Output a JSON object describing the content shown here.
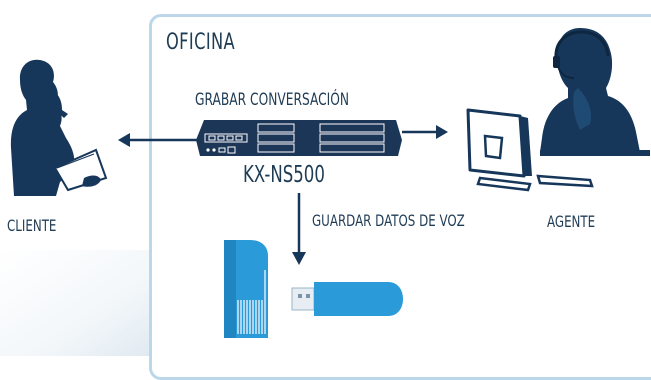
{
  "office": {
    "title": "OFICINA"
  },
  "labels": {
    "record": "GRABAR CONVERSACIÓN",
    "model": "KX-NS500",
    "save": "GUARDAR DATOS DE VOZ",
    "client": "CLIENTE",
    "agent": "AGENTE"
  },
  "colors": {
    "figure": "#17375a",
    "device": "#1c3658",
    "usb": "#2a9bd8",
    "panel_border": "#bcd7ea",
    "text": "#1f3c55"
  },
  "icons": [
    "client-woman-icon",
    "agent-headset-icon",
    "computer-monitor-icon",
    "pbx-device-icon",
    "usb-drive-icon"
  ]
}
